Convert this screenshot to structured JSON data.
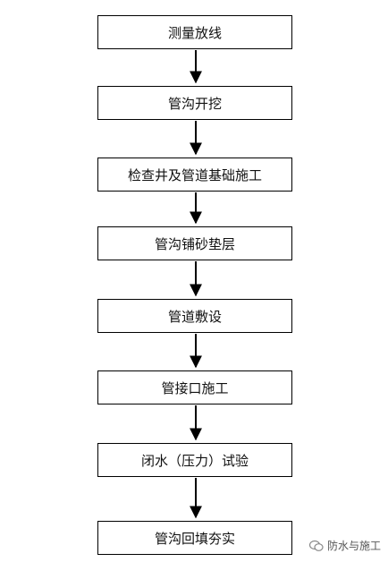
{
  "flowchart": {
    "steps": [
      "测量放线",
      "管沟开挖",
      "检查井及管道基础施工",
      "管沟铺砂垫层",
      "管道敷设",
      "管接口施工",
      "闭水（压力）试验",
      "管沟回填夯实"
    ]
  },
  "watermark": {
    "text": "防水与施工"
  }
}
